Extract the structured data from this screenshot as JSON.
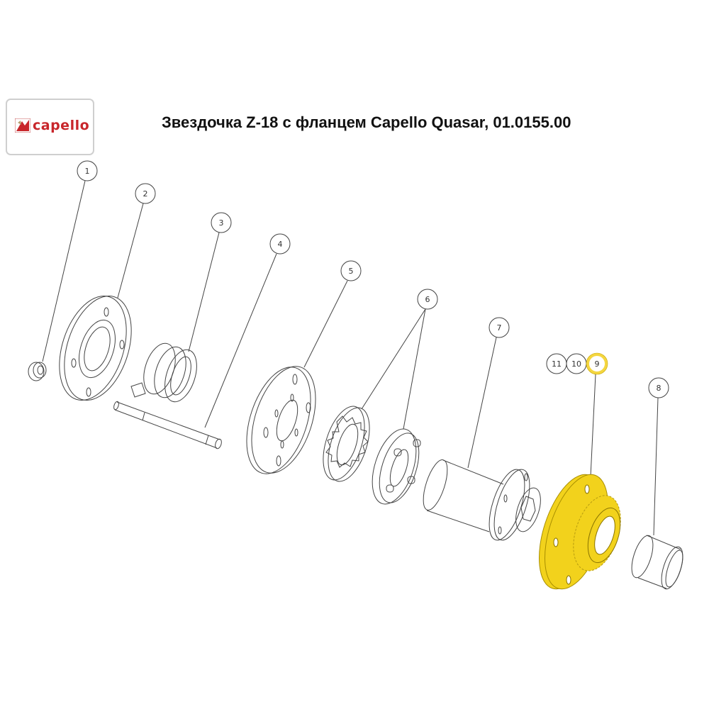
{
  "header": {
    "title": "Звездочка Z-18 с фланцем Capello Quasar, 01.0155.00",
    "logo_text": "capello"
  },
  "colors": {
    "highlight": "#f2d21c",
    "highlight_ring": "#f4d640",
    "logo_red": "#c8262b",
    "line": "#444444"
  },
  "callouts": [
    {
      "id": "1",
      "label": "1",
      "part": "nut-icon"
    },
    {
      "id": "2",
      "label": "2",
      "part": "flange-plate"
    },
    {
      "id": "3",
      "label": "3",
      "part": "torsion-spring"
    },
    {
      "id": "4",
      "label": "4",
      "part": "pin-shaft"
    },
    {
      "id": "5",
      "label": "5",
      "part": "disc-plate"
    },
    {
      "id": "6",
      "label": "6",
      "part": "clutch-rings"
    },
    {
      "id": "7",
      "label": "7",
      "part": "hex-hub"
    },
    {
      "id": "8",
      "label": "8",
      "part": "bushing"
    },
    {
      "id": "9",
      "label": "9",
      "part": "sprocket-flange",
      "highlighted": true
    },
    {
      "id": "10",
      "label": "10",
      "part": "none"
    },
    {
      "id": "11",
      "label": "11",
      "part": "none"
    }
  ]
}
